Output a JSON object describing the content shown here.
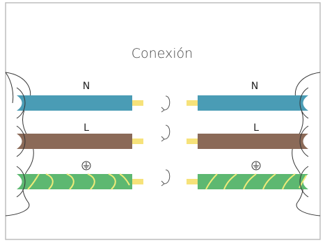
{
  "title": "Conexión",
  "wires": [
    {
      "id": "neutral",
      "label": "N",
      "color": "#4a9cb5",
      "striped": false
    },
    {
      "id": "live",
      "label": "L",
      "color": "#8b6a58",
      "striped": false
    },
    {
      "id": "earth",
      "label": "⏚",
      "color": "#5db871",
      "striped": true,
      "stripe_color": "#f0eb7a"
    }
  ],
  "colors": {
    "frame": "#bdbdbd",
    "conductor": "#f6e27a",
    "arrow": "#555555",
    "cable_outline": "#333333"
  }
}
